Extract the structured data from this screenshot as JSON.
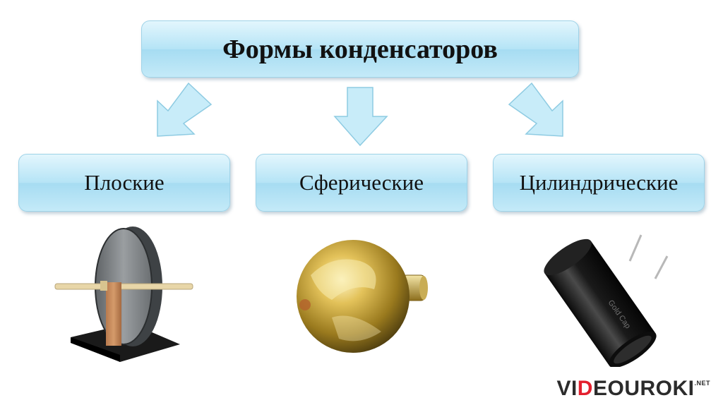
{
  "title": "Формы конденсаторов",
  "categories": [
    {
      "label": "Плоские",
      "image": "flat-plate-capacitor"
    },
    {
      "label": "Сферические",
      "image": "spherical-capacitor"
    },
    {
      "label": "Цилиндрические",
      "image": "cylindrical-capacitor"
    }
  ],
  "cylinder_print": "Gold Cap",
  "logo": {
    "part1": "VI",
    "part2": "D",
    "part3": "EOUROKI",
    "suffix": ".NET"
  },
  "colors": {
    "box_fill": "#b5e4f6",
    "box_border": "#9fd3e8",
    "logo_accent": "#e3202e"
  }
}
